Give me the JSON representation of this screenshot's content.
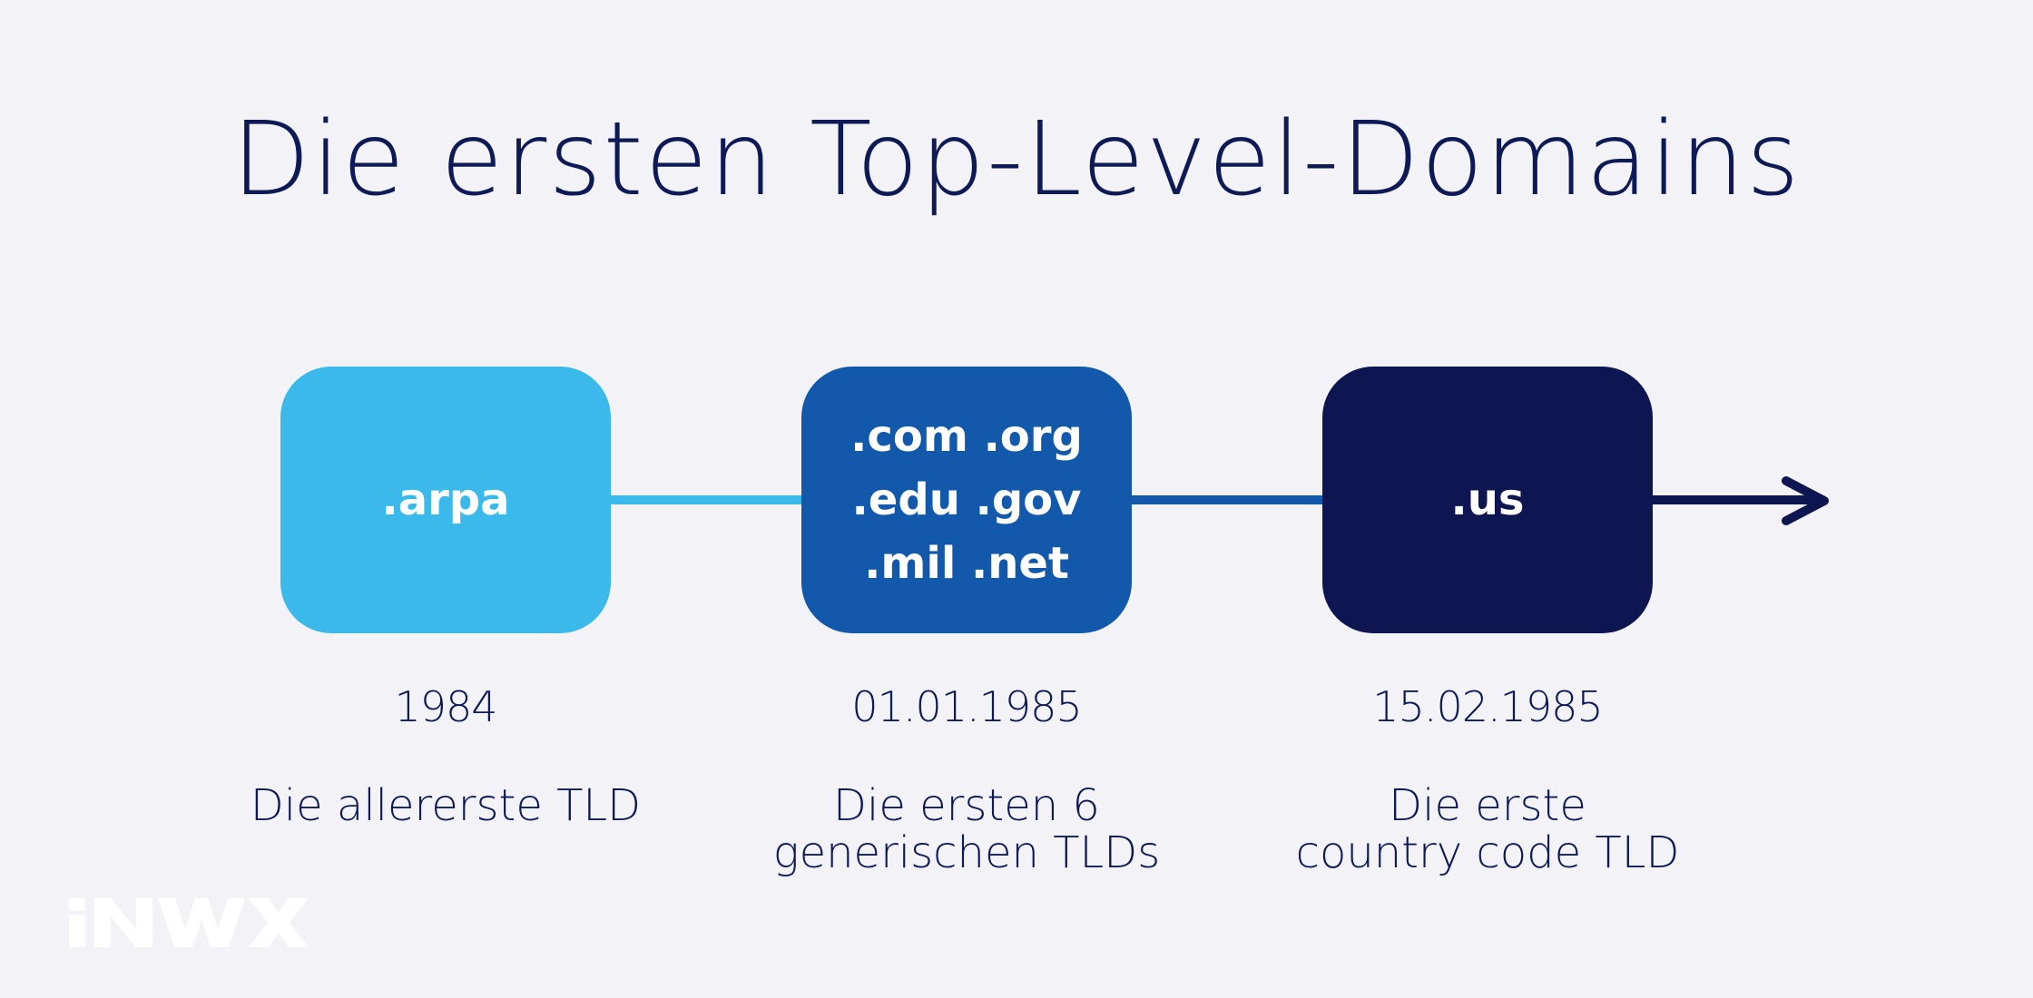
{
  "title": "Die ersten Top-Level-Domains",
  "timeline": [
    {
      "lines": [
        ".arpa"
      ],
      "date": "1984",
      "desc_lines": [
        "Die allererste TLD"
      ],
      "color": "#3bb9ea"
    },
    {
      "lines": [
        ".com .org",
        ".edu .gov",
        ".mil .net"
      ],
      "date": "01.01.1985",
      "desc_lines": [
        "Die ersten 6",
        "generischen TLDs"
      ],
      "color": "#1258ab"
    },
    {
      "lines": [
        ".us"
      ],
      "date": "15.02.1985",
      "desc_lines": [
        "Die erste",
        "country code TLD"
      ],
      "color": "#0d1650"
    }
  ],
  "logo": {
    "text": "iNWX",
    "color": "#ffffff"
  },
  "colors": {
    "background": "#f3f3f7",
    "text": "#0e1a55"
  },
  "icons": {
    "arrow": "arrow-right-icon"
  }
}
